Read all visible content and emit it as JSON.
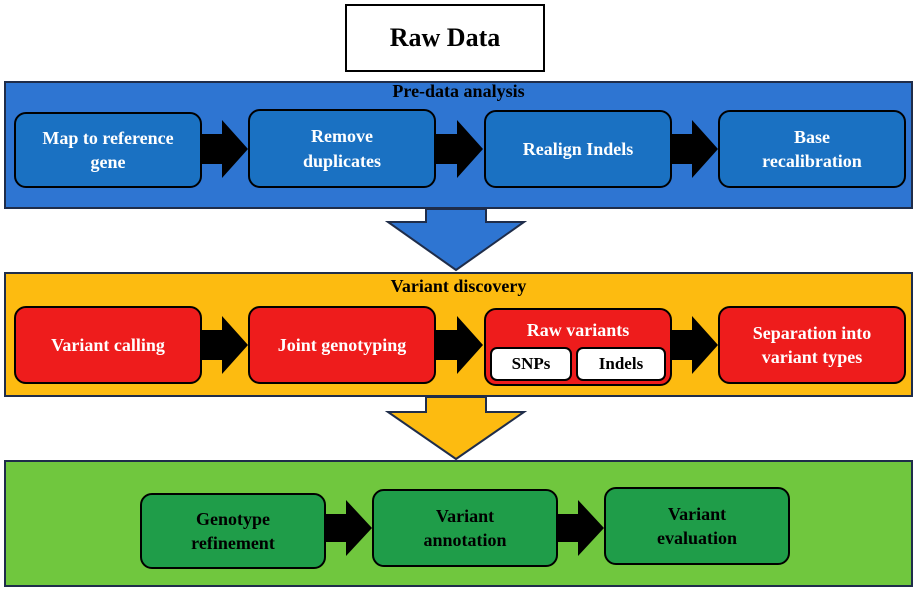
{
  "top": {
    "label": "Raw Data"
  },
  "stages": [
    {
      "title": "Pre-data analysis",
      "color": "#2e75d2",
      "box_color": "#1a71c2",
      "steps": [
        "Map to reference\ngene",
        "Remove\nduplicates",
        "Realign Indels",
        "Base\nrecalibration"
      ]
    },
    {
      "title": "Variant discovery",
      "color": "#fdbb10",
      "box_color": "#ee1c1c",
      "steps": [
        "Variant calling",
        "Joint genotyping",
        "Raw variants",
        "Separation into\nvariant types"
      ],
      "raw_variant_types": [
        "SNPs",
        "Indels"
      ]
    },
    {
      "title": "",
      "color": "#70c73e",
      "box_color": "#1f9d49",
      "steps": [
        "Genotype\nrefinement",
        "Variant\nannotation",
        "Variant\nevaluation"
      ]
    }
  ]
}
